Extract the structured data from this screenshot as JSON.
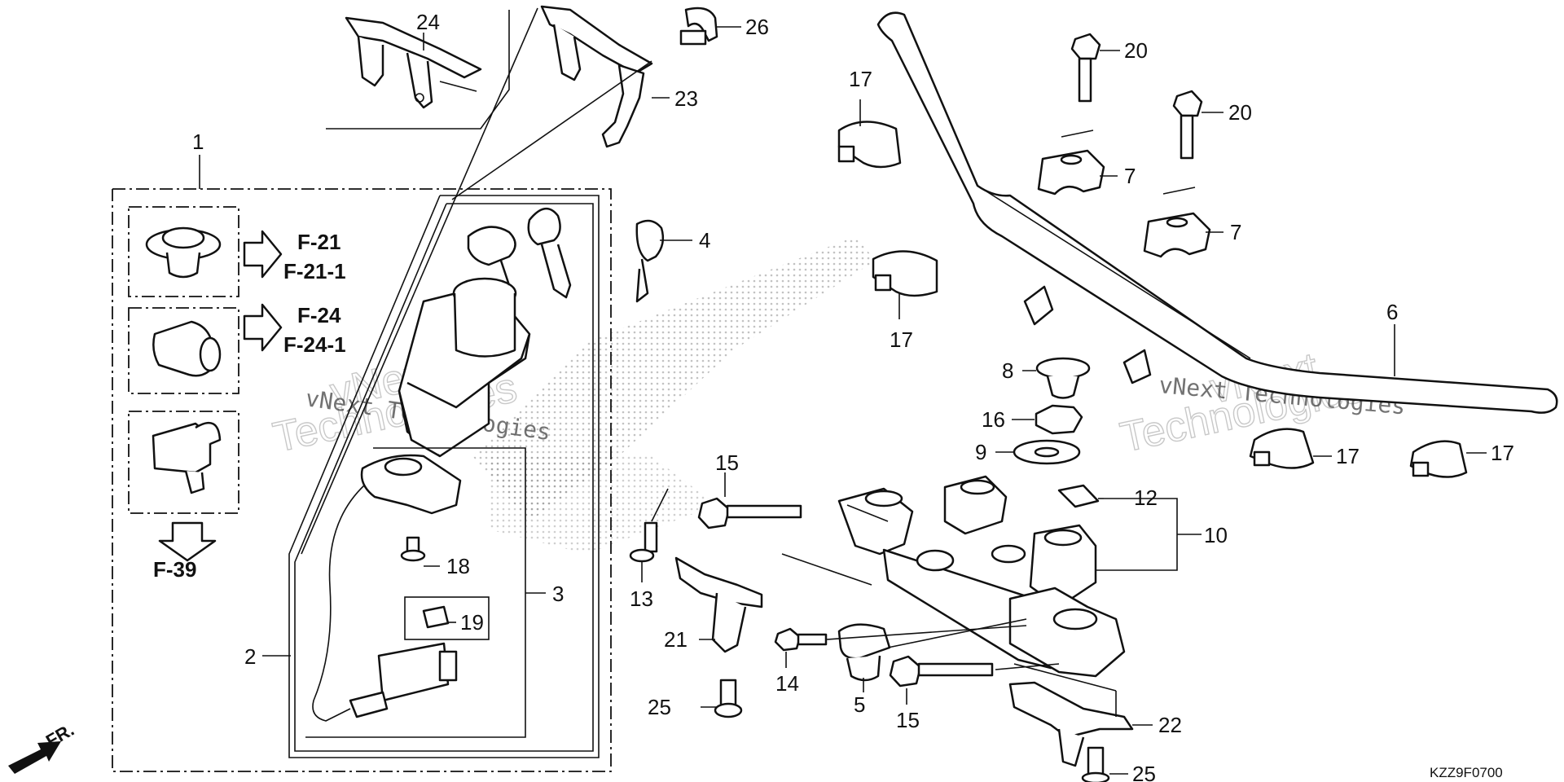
{
  "diagram": {
    "code": "KZZ9F0700",
    "direction_marker": "FR.",
    "watermark": {
      "line1": "vNext",
      "line2": "Technologies",
      "inline": "vNext Technologies"
    },
    "callouts": {
      "c1": "1",
      "c2": "2",
      "c3": "3",
      "c4": "4",
      "c5": "5",
      "c6": "6",
      "c7a": "7",
      "c7b": "7",
      "c8": "8",
      "c9": "9",
      "c10": "10",
      "c12": "12",
      "c13": "13",
      "c14": "14",
      "c15a": "15",
      "c15b": "15",
      "c16": "16",
      "c17a": "17",
      "c17b": "17",
      "c17c": "17",
      "c17d": "17",
      "c18": "18",
      "c19": "19",
      "c20a": "20",
      "c20b": "20",
      "c21": "21",
      "c22": "22",
      "c23": "23",
      "c24": "24",
      "c25a": "25",
      "c25b": "25",
      "c26": "26"
    },
    "references": {
      "ref_a1": "F-21",
      "ref_a2": "F-21-1",
      "ref_b1": "F-24",
      "ref_b2": "F-24-1",
      "ref_c": "F-39"
    }
  }
}
